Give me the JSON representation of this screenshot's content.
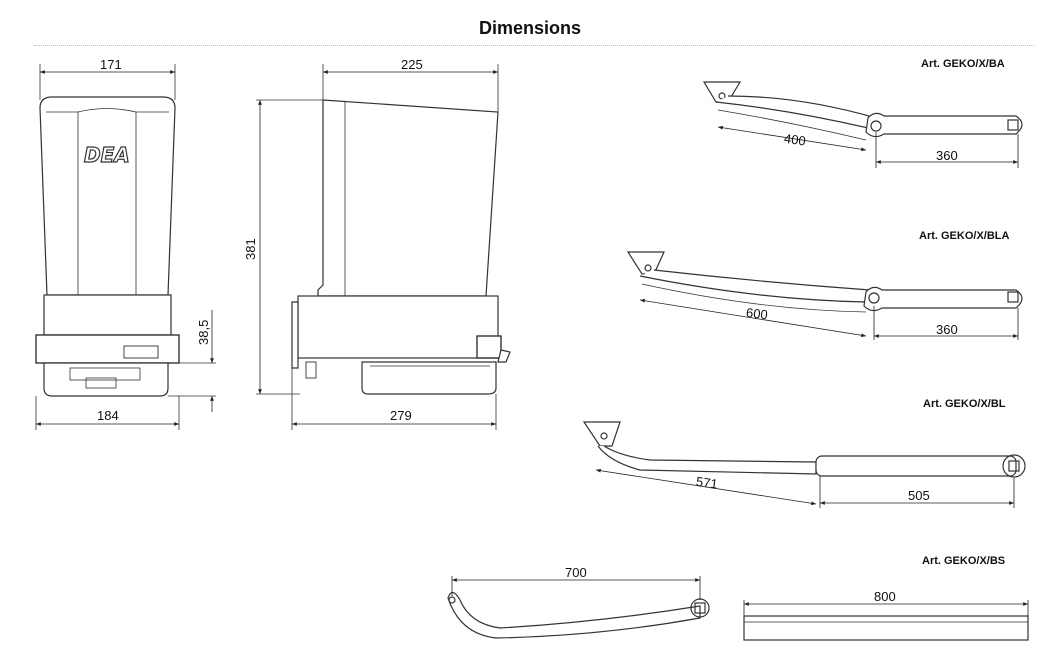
{
  "title": "Dimensions",
  "logo": "DEA",
  "front_view": {
    "width_top": "171",
    "width_bottom": "184",
    "base_height": "38,5"
  },
  "side_view": {
    "depth_top": "225",
    "height": "381",
    "depth_bottom": "279"
  },
  "arms": [
    {
      "label": "Art.  GEKO/X/BA",
      "dim1": "400",
      "dim2": "360"
    },
    {
      "label": "Art.  GEKO/X/BLA",
      "dim1": "600",
      "dim2": "360"
    },
    {
      "label": "Art.  GEKO/X/BL",
      "dim1": "571",
      "dim2": "505"
    },
    {
      "label": "Art.  GEKO/X/BS",
      "dim1": "700",
      "dim2": "800"
    }
  ]
}
